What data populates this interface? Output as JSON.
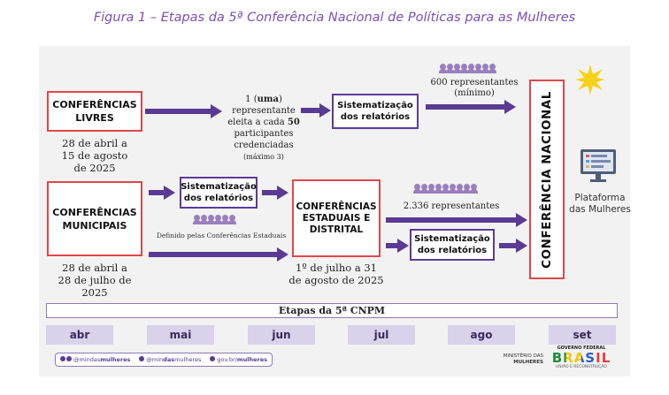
{
  "caption": "Figura 1 – Etapas da 5ª Conferência Nacional de Políticas para as Mulheres",
  "conferencias_livres": {
    "title_line1": "CONFERÊNCIAS",
    "title_line2": "LIVRES",
    "dates_line1": "28 de abril a",
    "dates_line2": "15 de agosto",
    "dates_line3": "de 2025"
  },
  "conferencias_municipais": {
    "title_line1": "CONFERÊNCIAS",
    "title_line2": "MUNICIPAIS",
    "dates_line1": "28 de abril a",
    "dates_line2": "28 de julho de",
    "dates_line3": "2025"
  },
  "representation_note": {
    "line1_num": "1",
    "line1_word": "uma",
    "line2": "representante",
    "line3_pre": "eleita a cada",
    "line3_num": "50",
    "line4": "participantes",
    "line5": "credenciadas",
    "line6": "(máximo 3)"
  },
  "sistematizacao_label_line1": "Sistematização",
  "sistematizacao_label_line2": "dos relatórios",
  "representantes_600_line1": "600 representantes",
  "representantes_600_line2": "(mínimo)",
  "representantes_2336": "2.336 representantes",
  "definido_note": "Definido pelas Conferências Estaduais",
  "conferencias_estaduais": {
    "line1": "CONFERÊNCIAS",
    "line2": "ESTADUAIS E",
    "line3": "DISTRITAL",
    "dates_line1": "1º de julho  a 31",
    "dates_line2": "de agosto de 2025"
  },
  "conferencia_nacional": "CONFERÊNCIA NACIONAL",
  "plataforma_line1": "Plataforma",
  "plataforma_line2": "das Mulheres",
  "timeline_title": "Etapas da 5ª CNPM",
  "months": [
    "abr",
    "mai",
    "jun",
    "jul",
    "ago",
    "set"
  ],
  "social": {
    "handle1_pre": "@min",
    "handle1_mid": "das",
    "handle1_post": "mulheres",
    "handle2_pre": "@min",
    "handle2_mid": "das",
    "handle2_post": "mulheres",
    "site_pre": "gov.br/",
    "site_post": "mulheres"
  },
  "ministry_line1": "MINISTÉRIO DAS",
  "ministry_line2": "MULHERES",
  "gov_top": "GOVERNO FEDERAL",
  "gov_brasil": "BRASIL",
  "gov_bottom": "UNIÃO E RECONSTRUÇÃO",
  "colors": {
    "accent": "#5a3a93",
    "red": "#e2474b",
    "caption": "#7b4fb5",
    "month_bg": "#d9d2ea",
    "sun": "#f8d21a"
  }
}
